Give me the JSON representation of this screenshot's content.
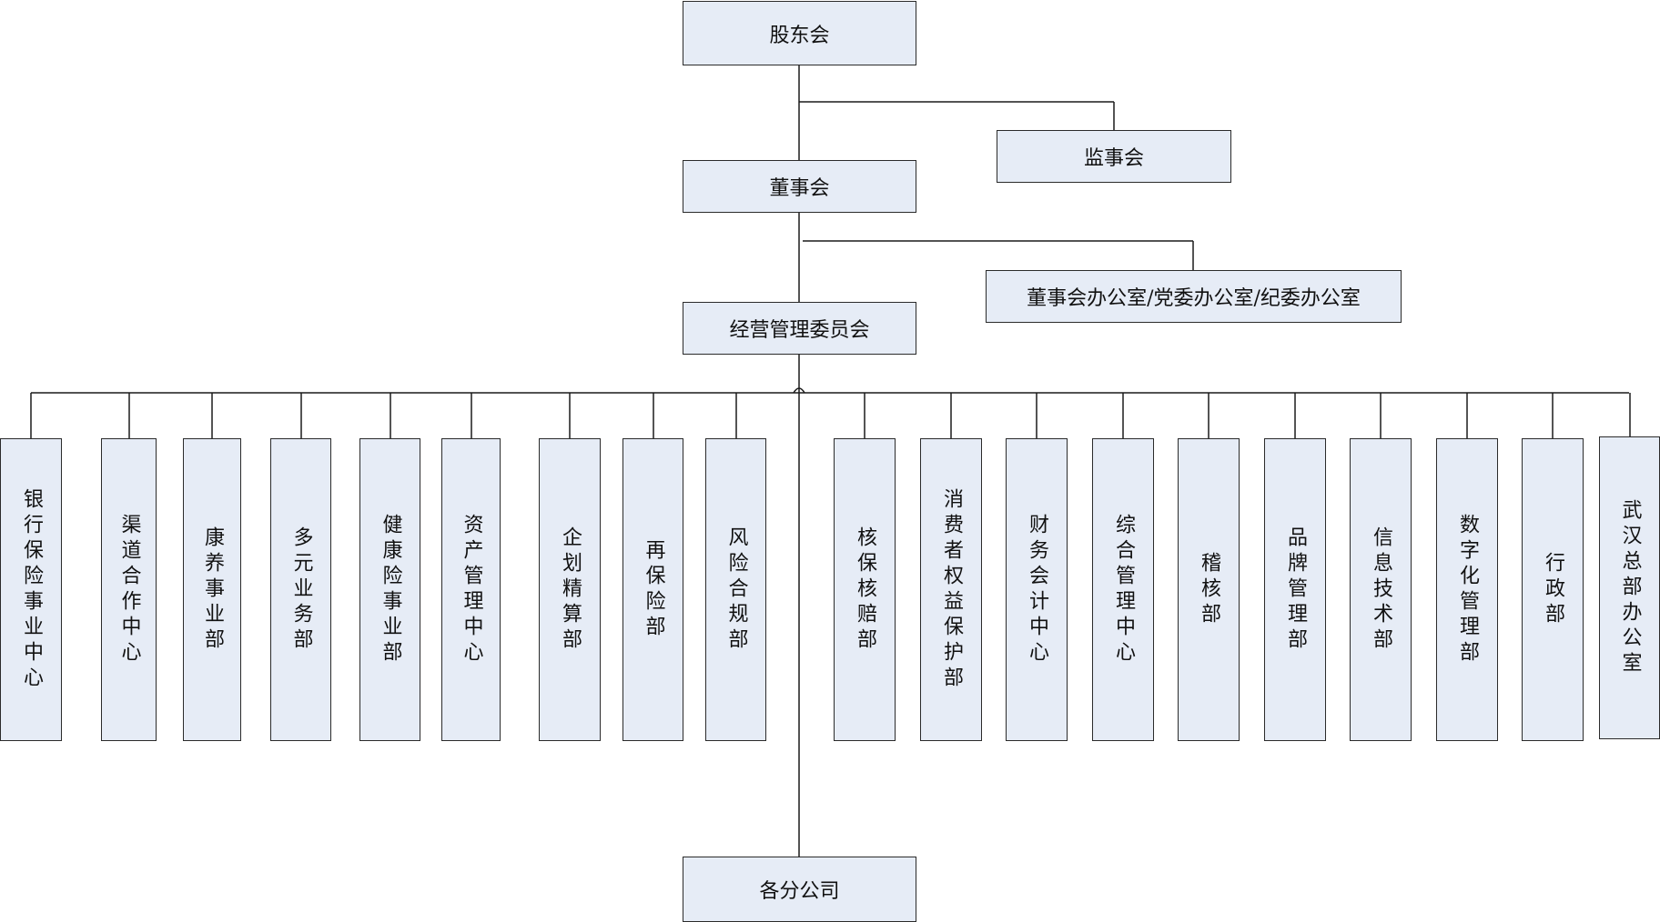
{
  "nodes": {
    "shareholders": "股东会",
    "supervisors": "监事会",
    "board": "董事会",
    "board_office": "董事会办公室/党委办公室/纪委办公室",
    "management": "经营管理委员会",
    "branches": "各分公司"
  },
  "departments": [
    "银行保险事业中心",
    "渠道合作中心",
    "康养事业部",
    "多元业务部",
    "健康险事业部",
    "资产管理中心",
    "企划精算部",
    "再保险部",
    "风险合规部",
    "核保核赔部",
    "消费者权益保护部",
    "财务会计中心",
    "综合管理中心",
    "稽核部",
    "品牌管理部",
    "信息技术部",
    "数字化管理部",
    "行政部",
    "武汉总部办公室"
  ]
}
